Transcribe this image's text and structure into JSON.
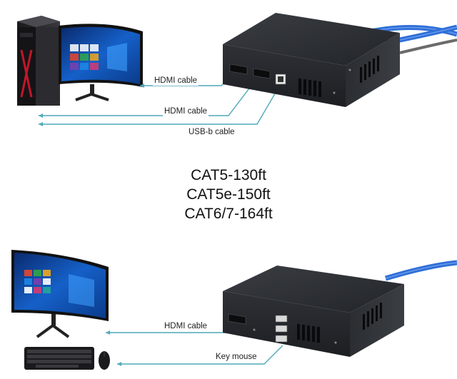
{
  "labels": {
    "top_hdmi_1": "HDMI cable",
    "top_hdmi_2": "HDMI cable",
    "top_usb": "USB-b cable",
    "bottom_hdmi": "HDMI cable",
    "bottom_key": "Key mouse"
  },
  "distances": [
    "CAT5-130ft",
    "CAT5e-150ft",
    "CAT6/7-164ft"
  ],
  "colors": {
    "cable_line": "#4fa9b8",
    "lan_cable": "#2f6fd6",
    "device_body": "#2c2f33"
  }
}
